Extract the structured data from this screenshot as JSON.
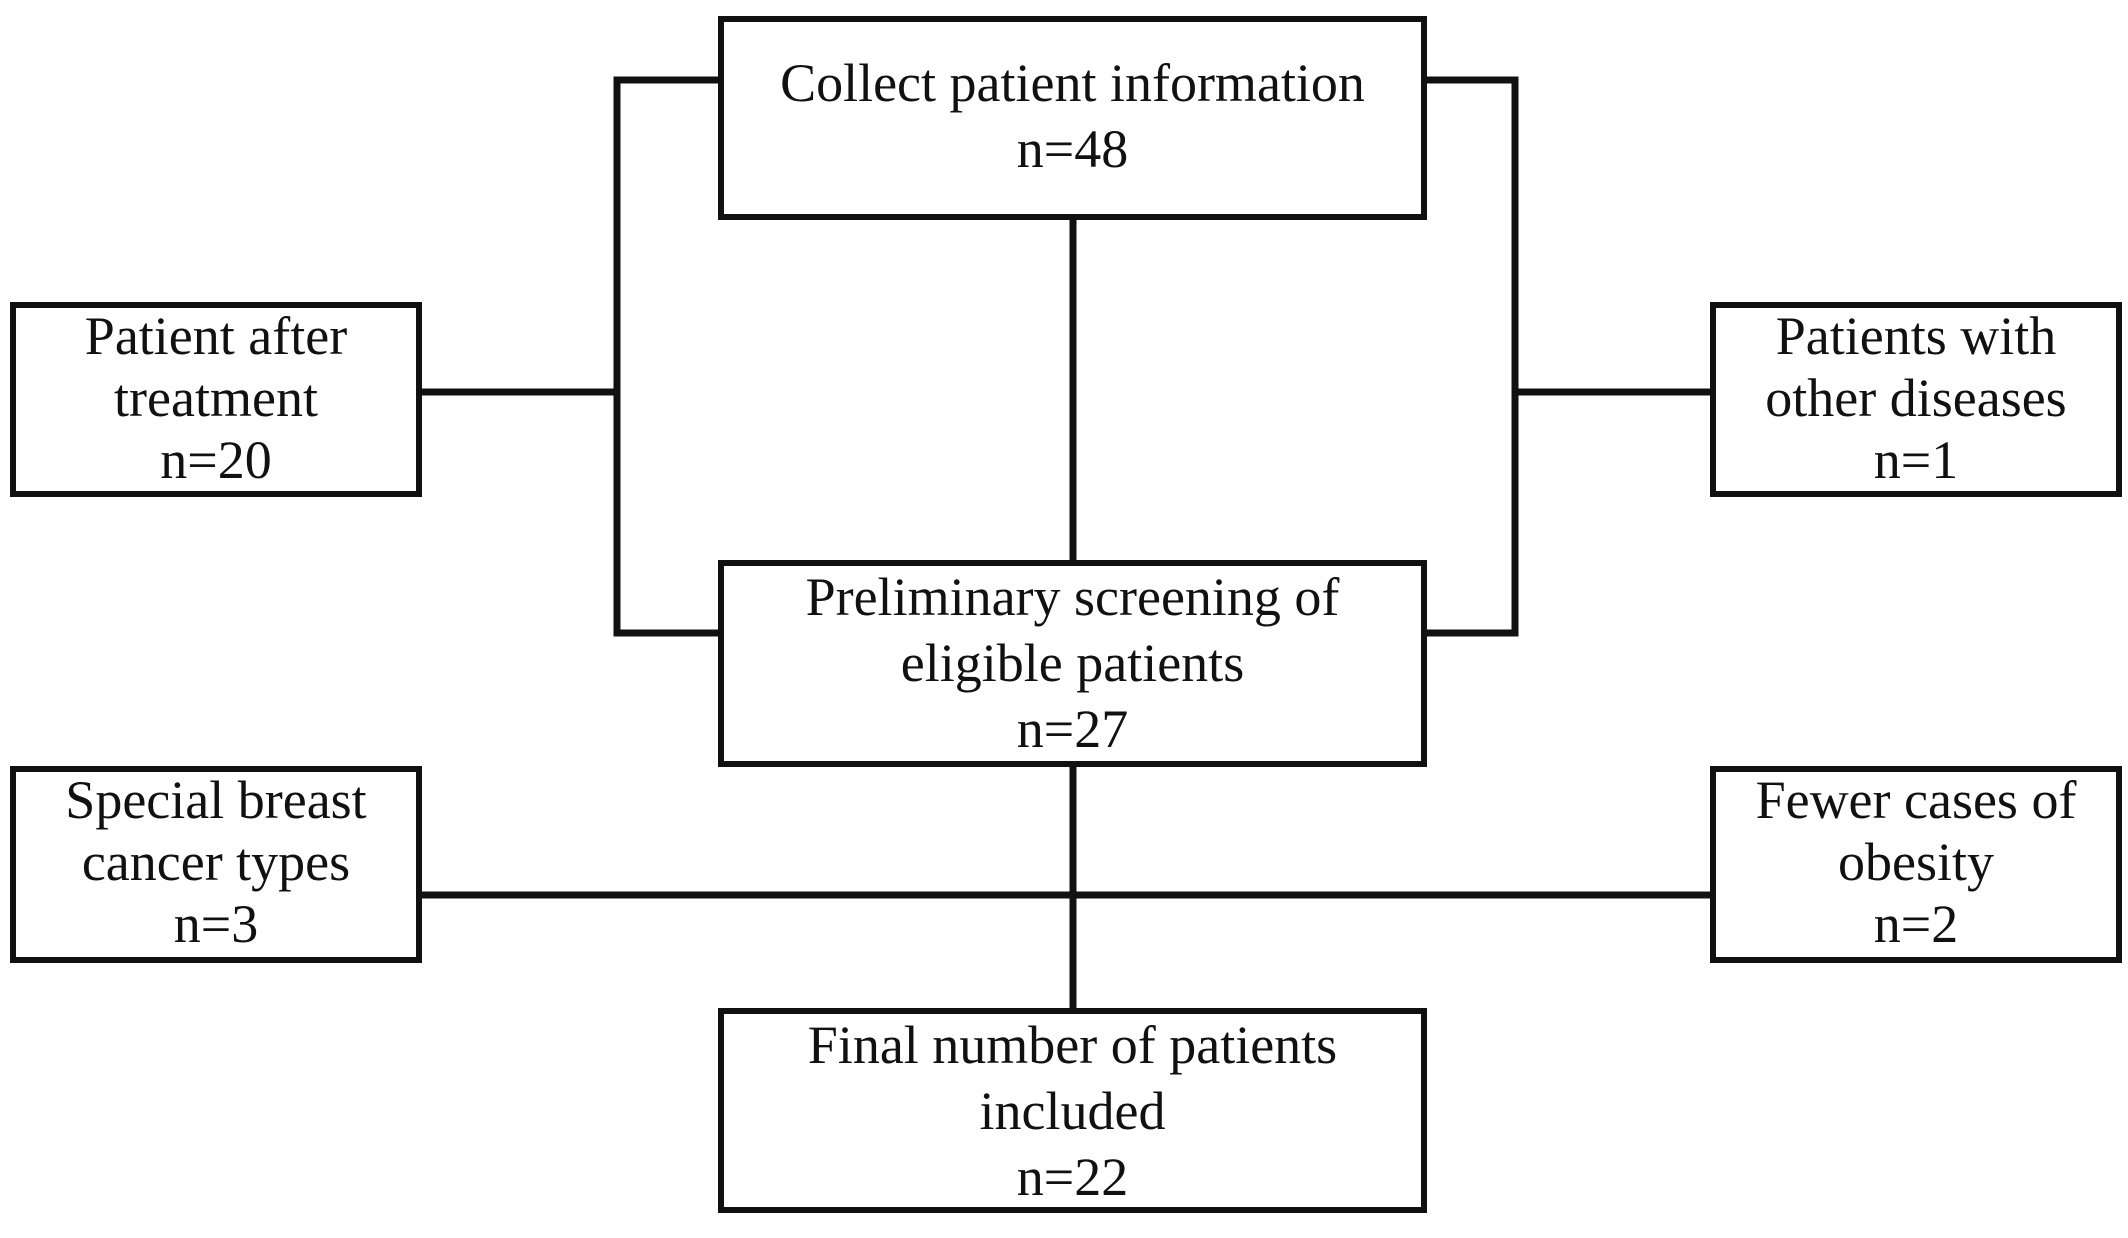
{
  "flowchart": {
    "collect": {
      "title": "Collect patient information",
      "count": "n=48"
    },
    "preliminary": {
      "title_line1": "Preliminary screening of",
      "title_line2": "eligible patients",
      "count": "n=27"
    },
    "final": {
      "title_line1": "Final number of patients",
      "title_line2": "included",
      "count": "n=22"
    },
    "exclusion_after_treatment": {
      "title_line1": "Patient after",
      "title_line2": "treatment",
      "count": "n=20"
    },
    "exclusion_other_diseases": {
      "title_line1": "Patients with",
      "title_line2": "other diseases",
      "count": "n=1"
    },
    "exclusion_special_types": {
      "title_line1": "Special breast",
      "title_line2": "cancer types",
      "count": "n=3"
    },
    "exclusion_obesity": {
      "title_line1": "Fewer cases of",
      "title_line2": "obesity",
      "count": "n=2"
    }
  },
  "colors": {
    "line": "#111111",
    "box_fill": "#ffffff",
    "text": "#111111"
  }
}
